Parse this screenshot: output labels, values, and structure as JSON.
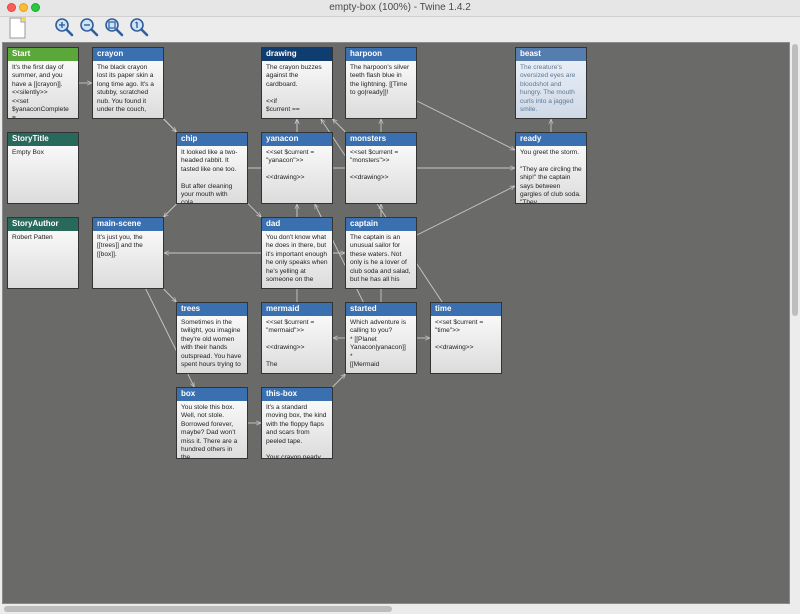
{
  "window": {
    "title": "empty-box (100%) - Twine 1.4.2"
  },
  "toolbar": {
    "buttons": [
      {
        "name": "new-passage-button",
        "icon": "new-passage-icon"
      },
      {
        "name": "zoom-in-button",
        "icon": "zoom-in-icon"
      },
      {
        "name": "zoom-out-button",
        "icon": "zoom-out-icon"
      },
      {
        "name": "zoom-fit-button",
        "icon": "zoom-fit-icon"
      },
      {
        "name": "zoom-actual-button",
        "icon": "zoom-actual-icon"
      }
    ]
  },
  "colors": {
    "canvas": "#6a6a68",
    "passage_header": "#3a6fb0",
    "start_header": "#5aa83a",
    "meta_header": "#28695c",
    "selected_header": "#103d70",
    "link_line": "#c8c8c8"
  },
  "passages": [
    {
      "id": "start",
      "title": "Start",
      "kind": "start",
      "text": "It's the first day of summer, and you have a [[crayon]].\n<<silently>>\n<<set $yanaconComplete ="
    },
    {
      "id": "crayon",
      "title": "crayon",
      "kind": "normal",
      "text": "The black crayon lost its paper skin a long time ago. It's a stubby, scratched nub. You found it under the couch,"
    },
    {
      "id": "drawing",
      "title": "drawing",
      "kind": "selected",
      "text": "The crayon buzzes against the cardboard.\n\n<<if\n$current =="
    },
    {
      "id": "harpoon",
      "title": "harpoon",
      "kind": "normal",
      "text": "The harpoon's silver teeth flash blue in the lightning. [[Time to go|ready]]!"
    },
    {
      "id": "beast",
      "title": "beast",
      "kind": "faded",
      "text": "The creature's oversized eyes are bloodshot and hungry. The mouth curls into a jagged smile."
    },
    {
      "id": "storytitle",
      "title": "StoryTitle",
      "kind": "meta",
      "text": "Empty Box"
    },
    {
      "id": "chip",
      "title": "chip",
      "kind": "normal",
      "text": "It looked like a two-headed rabbit. It tasted like one too.\n\nBut after cleaning your mouth with cola,"
    },
    {
      "id": "yanacon",
      "title": "yanacon",
      "kind": "normal",
      "text": "<<set $current = \"yanacon\">>\n\n<<drawing>>"
    },
    {
      "id": "monsters",
      "title": "monsters",
      "kind": "normal",
      "text": "<<set $current = \"monsters\">>\n\n<<drawing>>"
    },
    {
      "id": "ready",
      "title": "ready",
      "kind": "normal",
      "text": "You greet the storm.\n\n\"They are circling the ship!\" the captain says between gargles of club soda. \"They"
    },
    {
      "id": "storyauthor",
      "title": "StoryAuthor",
      "kind": "meta",
      "text": "Robert Patten"
    },
    {
      "id": "main-scene",
      "title": "main-scene",
      "kind": "normal",
      "text": "It's just you, the [[trees]] and the [[box]]."
    },
    {
      "id": "dad",
      "title": "dad",
      "kind": "normal",
      "text": "You don't know what he does in there, but it's important enough he only speaks when he's yelling at someone on the"
    },
    {
      "id": "captain",
      "title": "captain",
      "kind": "normal",
      "text": "The captain is an unusual sailor for these waters. Not only is he a lover of club soda and salad, but he has all his"
    },
    {
      "id": "trees",
      "title": "trees",
      "kind": "normal",
      "text": "Sometimes in the twilight, you imagine they're old women with their hands outspread. You have spent hours trying to"
    },
    {
      "id": "mermaid",
      "title": "mermaid",
      "kind": "normal",
      "text": "<<set $current = \"mermaid\">>\n\n<<drawing>>\n\nThe"
    },
    {
      "id": "started",
      "title": "started",
      "kind": "normal",
      "text": "Which adventure is calling to you?\n* [[Planet Yanacon|yanacon]]\n*\n[[Mermaid"
    },
    {
      "id": "time",
      "title": "time",
      "kind": "normal",
      "text": "<<set $current = \"time\">>\n\n<<drawing>>"
    },
    {
      "id": "box",
      "title": "box",
      "kind": "normal",
      "text": "You stole this box. Well, not stole. Borrowed forever, maybe? Dad won't miss it. There are a hundred others in the"
    },
    {
      "id": "this-box",
      "title": "this-box",
      "kind": "normal",
      "text": "It's a standard moving box, the kind with the floppy flaps and scars from peeled tape.\n\nYour crayon nearly"
    }
  ]
}
